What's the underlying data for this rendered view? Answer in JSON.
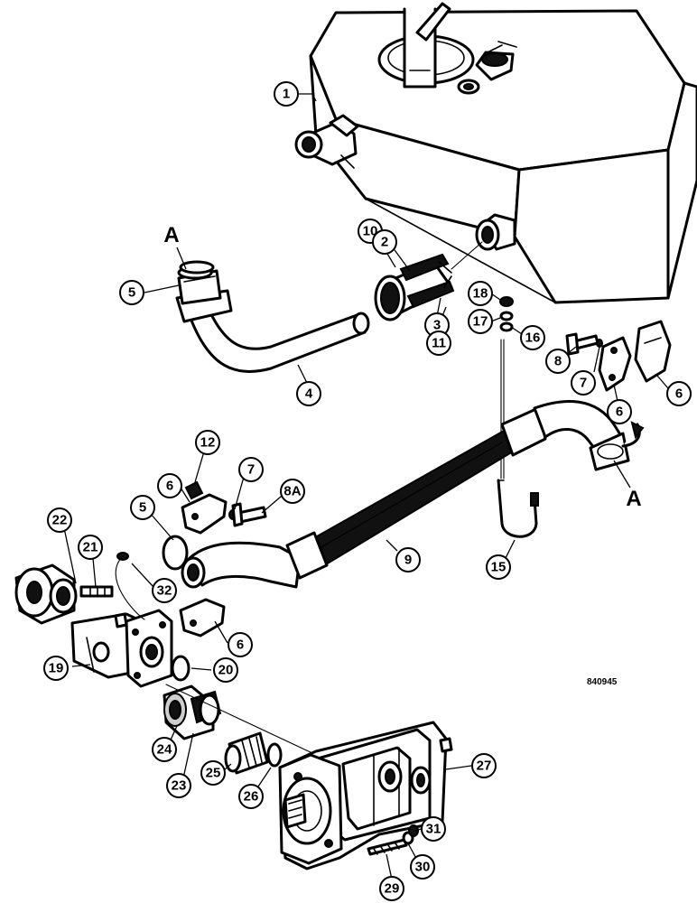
{
  "figure": {
    "reference_code": "840945",
    "connection_marker": "A",
    "callouts": [
      {
        "label": "1"
      },
      {
        "label": "10"
      },
      {
        "label": "2"
      },
      {
        "label": "5"
      },
      {
        "label": "3"
      },
      {
        "label": "11"
      },
      {
        "label": "4"
      },
      {
        "label": "18"
      },
      {
        "label": "17"
      },
      {
        "label": "16"
      },
      {
        "label": "8"
      },
      {
        "label": "7"
      },
      {
        "label": "6"
      },
      {
        "label": "6"
      },
      {
        "label": "12"
      },
      {
        "label": "6"
      },
      {
        "label": "7"
      },
      {
        "label": "8A"
      },
      {
        "label": "5"
      },
      {
        "label": "9"
      },
      {
        "label": "15"
      },
      {
        "label": "22"
      },
      {
        "label": "21"
      },
      {
        "label": "32"
      },
      {
        "label": "6"
      },
      {
        "label": "19"
      },
      {
        "label": "20"
      },
      {
        "label": "24"
      },
      {
        "label": "23"
      },
      {
        "label": "25"
      },
      {
        "label": "26"
      },
      {
        "label": "27"
      },
      {
        "label": "31"
      },
      {
        "label": "30"
      },
      {
        "label": "29"
      }
    ]
  }
}
